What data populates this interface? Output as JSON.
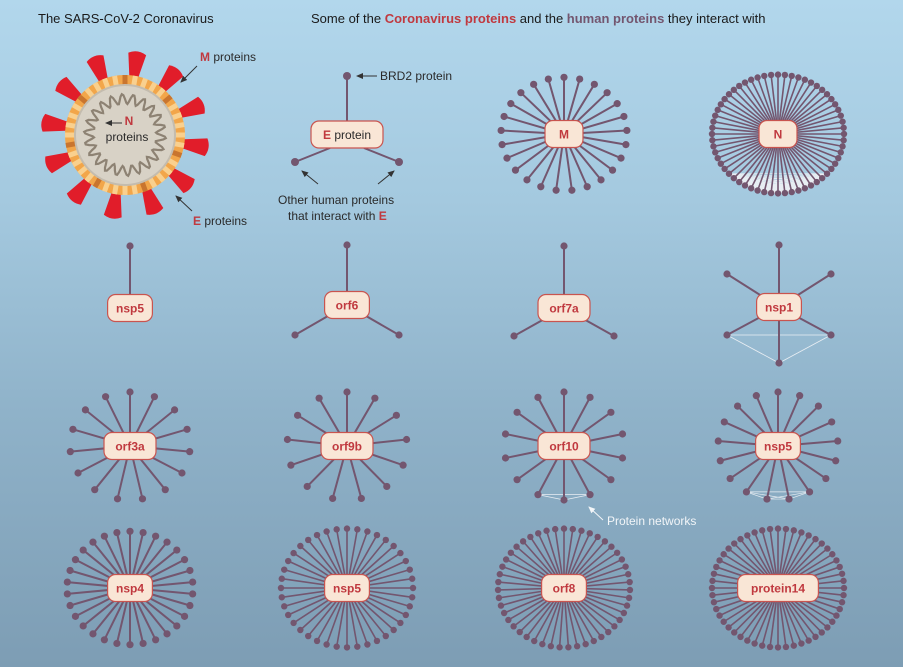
{
  "header": {
    "left_title": "The SARS-CoV-2 Coronavirus",
    "main_prefix": "Some of the ",
    "main_viral": "Coronavirus proteins",
    "main_mid": " and the ",
    "main_human": "human proteins",
    "main_suffix": " they interact with"
  },
  "virus": {
    "m_letter": "M",
    "m_text": " proteins",
    "n_letter": "N",
    "n_text": "proteins",
    "e_letter": "E",
    "e_text": " proteins"
  },
  "example": {
    "node_letter": "E",
    "node_text": " protein",
    "brd2_label": "BRD2 protein",
    "others_line1": "Other human proteins",
    "others_line2_prefix": "that interact with ",
    "others_line2_letter": "E"
  },
  "annotation": {
    "networks_label": "Protein networks"
  },
  "colors": {
    "viral_red": "#c0393f",
    "human_purple": "#73566f",
    "node_fill": "#f9e6d6",
    "node_stroke": "#c9544f",
    "link": "#73566f",
    "network_line": "#e9eef3"
  },
  "proteins": [
    {
      "label": "M",
      "count": 25
    },
    {
      "label": "N",
      "count": 60
    },
    {
      "label": "nsp5",
      "count": 1
    },
    {
      "label": "orf6",
      "count": 3
    },
    {
      "label": "orf7a",
      "count": 2
    },
    {
      "label": "nsp1",
      "count": 5
    },
    {
      "label": "orf3a",
      "count": 15
    },
    {
      "label": "orf9b",
      "count": 13
    },
    {
      "label": "orf10",
      "count": 14
    },
    {
      "label": "nsp5",
      "count": 17
    },
    {
      "label": "nsp4",
      "count": 30
    },
    {
      "label": "nsp5",
      "count": 40
    },
    {
      "label": "orf8",
      "count": 47
    },
    {
      "label": "protein14",
      "count": 52
    }
  ]
}
